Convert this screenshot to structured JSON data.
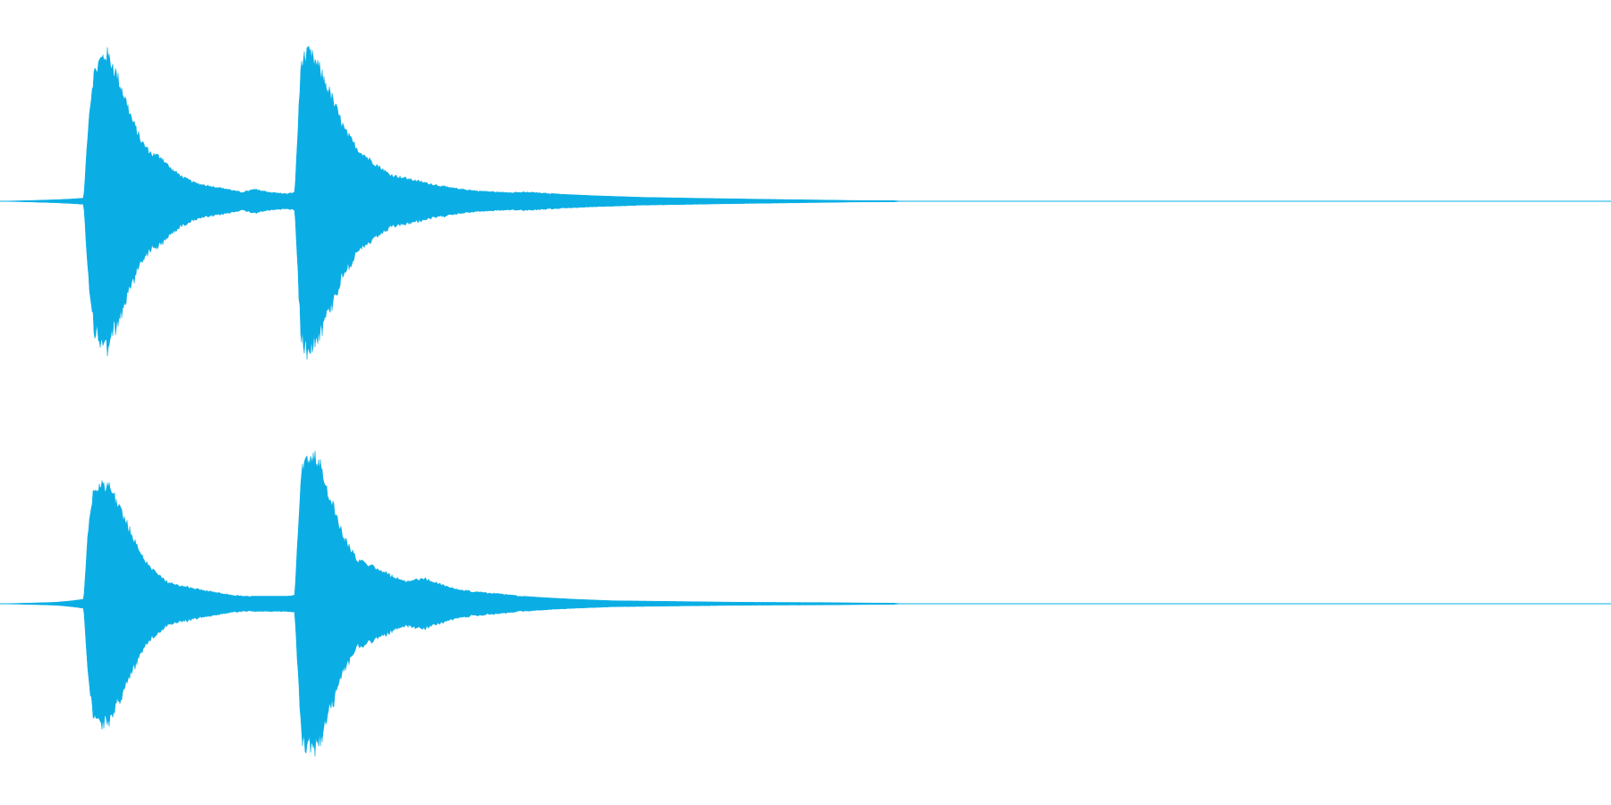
{
  "colors": {
    "background": "#ffffff",
    "waveform": "#0aaee4"
  },
  "channels": [
    {
      "id": "left",
      "envelope": [
        [
          0,
          0.0
        ],
        [
          0.02,
          0.005
        ],
        [
          0.035,
          0.01
        ],
        [
          0.045,
          0.015
        ],
        [
          0.052,
          0.02
        ],
        [
          0.055,
          0.55
        ],
        [
          0.058,
          0.85
        ],
        [
          0.062,
          0.95
        ],
        [
          0.066,
          1.0
        ],
        [
          0.07,
          0.92
        ],
        [
          0.076,
          0.75
        ],
        [
          0.082,
          0.55
        ],
        [
          0.088,
          0.4
        ],
        [
          0.094,
          0.32
        ],
        [
          0.1,
          0.3
        ],
        [
          0.106,
          0.22
        ],
        [
          0.114,
          0.16
        ],
        [
          0.122,
          0.12
        ],
        [
          0.132,
          0.1
        ],
        [
          0.142,
          0.08
        ],
        [
          0.15,
          0.06
        ],
        [
          0.158,
          0.08
        ],
        [
          0.168,
          0.06
        ],
        [
          0.178,
          0.05
        ],
        [
          0.183,
          0.06
        ],
        [
          0.187,
          0.95
        ],
        [
          0.192,
          1.0
        ],
        [
          0.198,
          0.9
        ],
        [
          0.206,
          0.7
        ],
        [
          0.214,
          0.48
        ],
        [
          0.222,
          0.35
        ],
        [
          0.232,
          0.26
        ],
        [
          0.242,
          0.18
        ],
        [
          0.254,
          0.15
        ],
        [
          0.266,
          0.12
        ],
        [
          0.28,
          0.09
        ],
        [
          0.296,
          0.07
        ],
        [
          0.312,
          0.06
        ],
        [
          0.33,
          0.06
        ],
        [
          0.348,
          0.045
        ],
        [
          0.37,
          0.035
        ],
        [
          0.4,
          0.025
        ],
        [
          0.44,
          0.018
        ],
        [
          0.48,
          0.012
        ],
        [
          0.51,
          0.008
        ],
        [
          0.53,
          0.005
        ],
        [
          0.555,
          0.004
        ],
        [
          0.56,
          0.0
        ],
        [
          1.0,
          0.0
        ]
      ]
    },
    {
      "id": "right",
      "envelope": [
        [
          0,
          0.0
        ],
        [
          0.02,
          0.005
        ],
        [
          0.035,
          0.01
        ],
        [
          0.045,
          0.02
        ],
        [
          0.052,
          0.03
        ],
        [
          0.055,
          0.55
        ],
        [
          0.058,
          0.8
        ],
        [
          0.062,
          0.82
        ],
        [
          0.067,
          0.83
        ],
        [
          0.071,
          0.75
        ],
        [
          0.077,
          0.6
        ],
        [
          0.083,
          0.45
        ],
        [
          0.089,
          0.32
        ],
        [
          0.096,
          0.22
        ],
        [
          0.104,
          0.15
        ],
        [
          0.114,
          0.12
        ],
        [
          0.124,
          0.1
        ],
        [
          0.134,
          0.08
        ],
        [
          0.144,
          0.06
        ],
        [
          0.156,
          0.05
        ],
        [
          0.168,
          0.05
        ],
        [
          0.178,
          0.05
        ],
        [
          0.183,
          0.06
        ],
        [
          0.187,
          0.95
        ],
        [
          0.193,
          1.05
        ],
        [
          0.199,
          0.95
        ],
        [
          0.206,
          0.7
        ],
        [
          0.214,
          0.45
        ],
        [
          0.222,
          0.3
        ],
        [
          0.232,
          0.26
        ],
        [
          0.242,
          0.2
        ],
        [
          0.252,
          0.15
        ],
        [
          0.262,
          0.18
        ],
        [
          0.272,
          0.14
        ],
        [
          0.284,
          0.1
        ],
        [
          0.296,
          0.08
        ],
        [
          0.31,
          0.07
        ],
        [
          0.324,
          0.05
        ],
        [
          0.338,
          0.04
        ],
        [
          0.356,
          0.03
        ],
        [
          0.38,
          0.02
        ],
        [
          0.42,
          0.015
        ],
        [
          0.46,
          0.01
        ],
        [
          0.51,
          0.008
        ],
        [
          0.54,
          0.005
        ],
        [
          0.555,
          0.004
        ],
        [
          0.56,
          0.0
        ],
        [
          1.0,
          0.0
        ]
      ]
    }
  ]
}
